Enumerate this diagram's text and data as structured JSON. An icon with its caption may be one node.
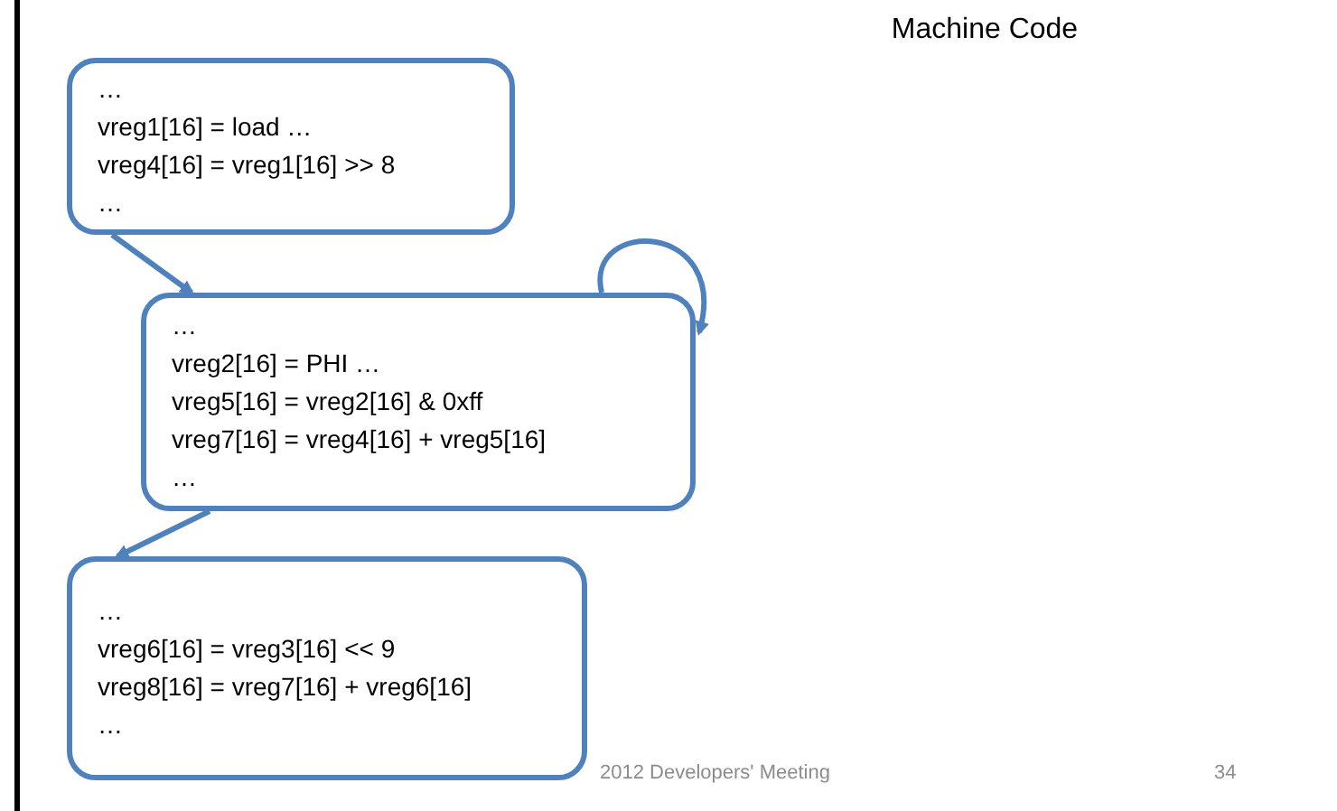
{
  "diagram": {
    "title": "Machine Code",
    "nodes": [
      {
        "text": [
          "…",
          "vreg1[16] = load …",
          "vreg4[16] = vreg1[16] >> 8",
          "…"
        ]
      },
      {
        "text": [
          "…",
          "vreg2[16] = PHI …",
          "vreg5[16] = vreg2[16] & 0xff",
          "vreg7[16] = vreg4[16] + vreg5[16]",
          "…"
        ]
      },
      {
        "text": [
          "…",
          "vreg6[16] = vreg3[16] << 9",
          "vreg8[16] = vreg7[16] + vreg6[16]",
          "…"
        ]
      }
    ],
    "edges": [
      {
        "from": 0,
        "to": 1,
        "arrow": "to"
      },
      {
        "from": 1,
        "to": 1,
        "arrow": "to"
      },
      {
        "from": 1,
        "to": 2,
        "arrow": "to"
      }
    ],
    "labels": [
      "2012 Developers' Meeting",
      "34"
    ]
  }
}
